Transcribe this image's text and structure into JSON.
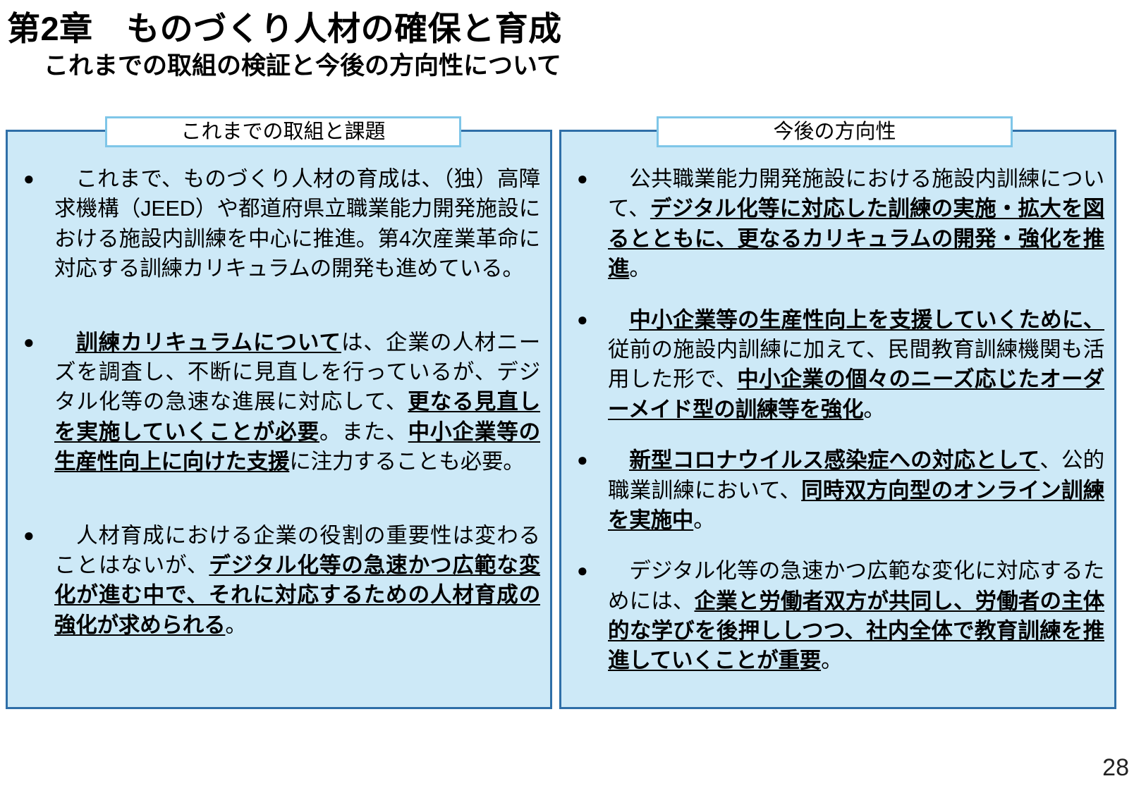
{
  "title": {
    "main": "第2章　ものづくり人材の確保と育成",
    "sub": "これまでの取組の検証と今後の方向性について"
  },
  "colors": {
    "panel_fill": "#cde9f7",
    "panel_border": "#2f6fa8",
    "header_border": "#7fc6e8",
    "header_fill": "#ffffff",
    "text": "#000000"
  },
  "panels": {
    "left": {
      "header": "これまでの取組と課題",
      "bullet_marker": "●",
      "bullets": [
        {
          "id": "left-bullet-1",
          "segments": [
            {
              "text": "これまで、ものづくり人材の育成は、（独）高障求機構（JEED）や都道府県立職業能力開発施設における施設内訓練を中心に推進。第4次産業革命に対応する訓練カリキュラムの開発も進めている。",
              "emphasis": false
            }
          ]
        },
        {
          "id": "left-bullet-2",
          "segments": [
            {
              "text": "訓練カリキュラムについて",
              "emphasis": true
            },
            {
              "text": "は、企業の人材ニーズを調査し、不断に見直しを行っているが、デジタル化等の急速な進展に対応して、",
              "emphasis": false
            },
            {
              "text": "更なる見直しを実施していくことが必要",
              "emphasis": true
            },
            {
              "text": "。また、",
              "emphasis": false
            },
            {
              "text": "中小企業等の生産性向上に向けた支援",
              "emphasis": true
            },
            {
              "text": "に注力することも必要。",
              "emphasis": false
            }
          ]
        },
        {
          "id": "left-bullet-3",
          "segments": [
            {
              "text": "人材育成における企業の役割の重要性は変わることはないが、",
              "emphasis": false
            },
            {
              "text": "デジタル化等の急速かつ広範な変化が進む中で、それに対応するための人材育成の強化が求められる",
              "emphasis": true
            },
            {
              "text": "。",
              "emphasis": false
            }
          ]
        }
      ]
    },
    "right": {
      "header": "今後の方向性",
      "bullet_marker": "●",
      "bullets": [
        {
          "id": "right-bullet-1",
          "segments": [
            {
              "text": "公共職業能力開発施設における施設内訓練について、",
              "emphasis": false
            },
            {
              "text": "デジタル化等に対応した訓練の実施・拡大を図るとともに、更なるカリキュラムの開発・強化を推進",
              "emphasis": true
            },
            {
              "text": "。",
              "emphasis": false
            }
          ]
        },
        {
          "id": "right-bullet-2",
          "segments": [
            {
              "text": "中小企業等の生産性向上を支援していくために、",
              "emphasis": true
            },
            {
              "text": "従前の施設内訓練に加えて、民間教育訓練機関も活用した形で、",
              "emphasis": false
            },
            {
              "text": "中小企業の個々のニーズ応じたオーダーメイド型の訓練等を強化",
              "emphasis": true
            },
            {
              "text": "。",
              "emphasis": false
            }
          ]
        },
        {
          "id": "right-bullet-3",
          "segments": [
            {
              "text": "新型コロナウイルス感染症への対応として",
              "emphasis": true
            },
            {
              "text": "、公的職業訓練において、",
              "emphasis": false
            },
            {
              "text": "同時双方向型のオンライン訓練を実施中",
              "emphasis": true
            },
            {
              "text": "。",
              "emphasis": false
            }
          ]
        },
        {
          "id": "right-bullet-4",
          "segments": [
            {
              "text": "デジタル化等の急速かつ広範な変化に対応するためには、",
              "emphasis": false
            },
            {
              "text": "企業と労働者双方が共同し、労働者の主体的な学びを後押ししつつ、社内全体で教育訓練を推進していくことが重要",
              "emphasis": true
            },
            {
              "text": "。",
              "emphasis": false
            }
          ]
        }
      ]
    }
  },
  "page_number": "28"
}
